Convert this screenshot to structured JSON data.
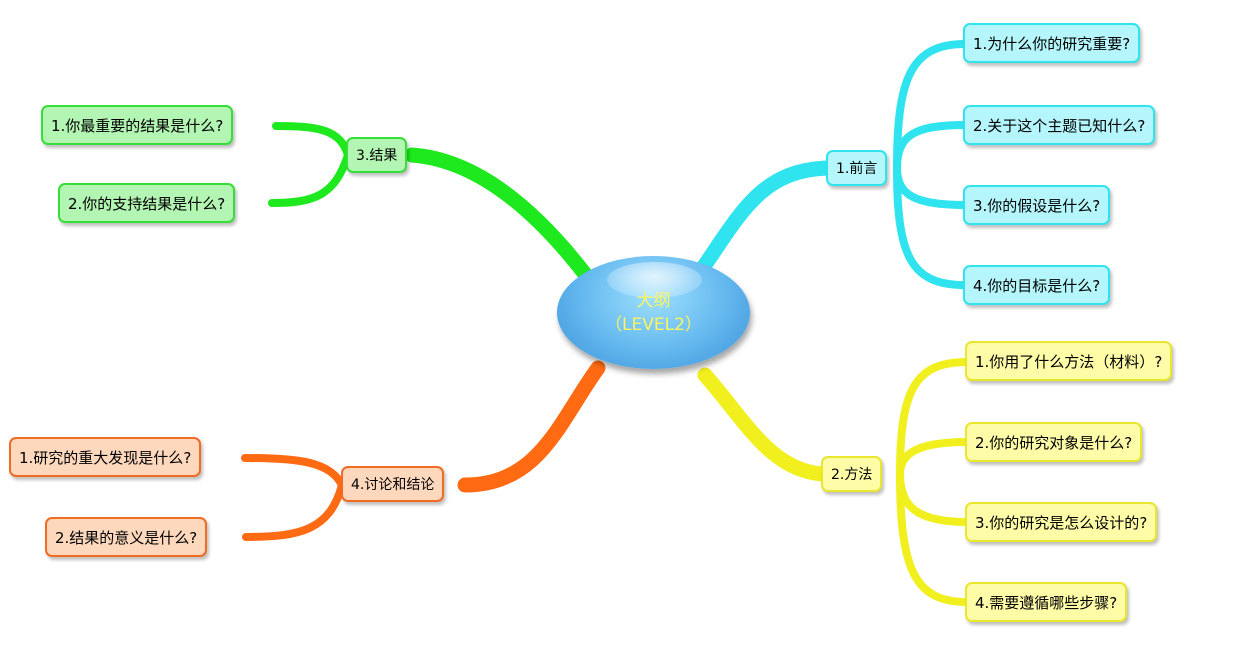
{
  "center": {
    "title": "大纲",
    "subtitle": "（LEVEL2）"
  },
  "colors": {
    "intro": "#2fe3ef",
    "methods": "#f2ef1e",
    "results": "#1ee91e",
    "discussion": "#ff6a12"
  },
  "branches": {
    "intro": {
      "label": "1.前言",
      "items": [
        "1.为什么你的研究重要?",
        "2.关于这个主题已知什么?",
        "3.你的假设是什么?",
        "4.你的目标是什么?"
      ]
    },
    "methods": {
      "label": "2.方法",
      "items": [
        "1.你用了什么方法（材料）?",
        "2.你的研究对象是什么?",
        "3.你的研究是怎么设计的?",
        "4.需要遵循哪些步骤?"
      ]
    },
    "results": {
      "label": "3.结果",
      "items": [
        "1.你最重要的结果是什么?",
        "2.你的支持结果是什么?"
      ]
    },
    "discussion": {
      "label": "4.讨论和结论",
      "items": [
        "1.研究的重大发现是什么?",
        "2.结果的意义是什么?"
      ]
    }
  }
}
